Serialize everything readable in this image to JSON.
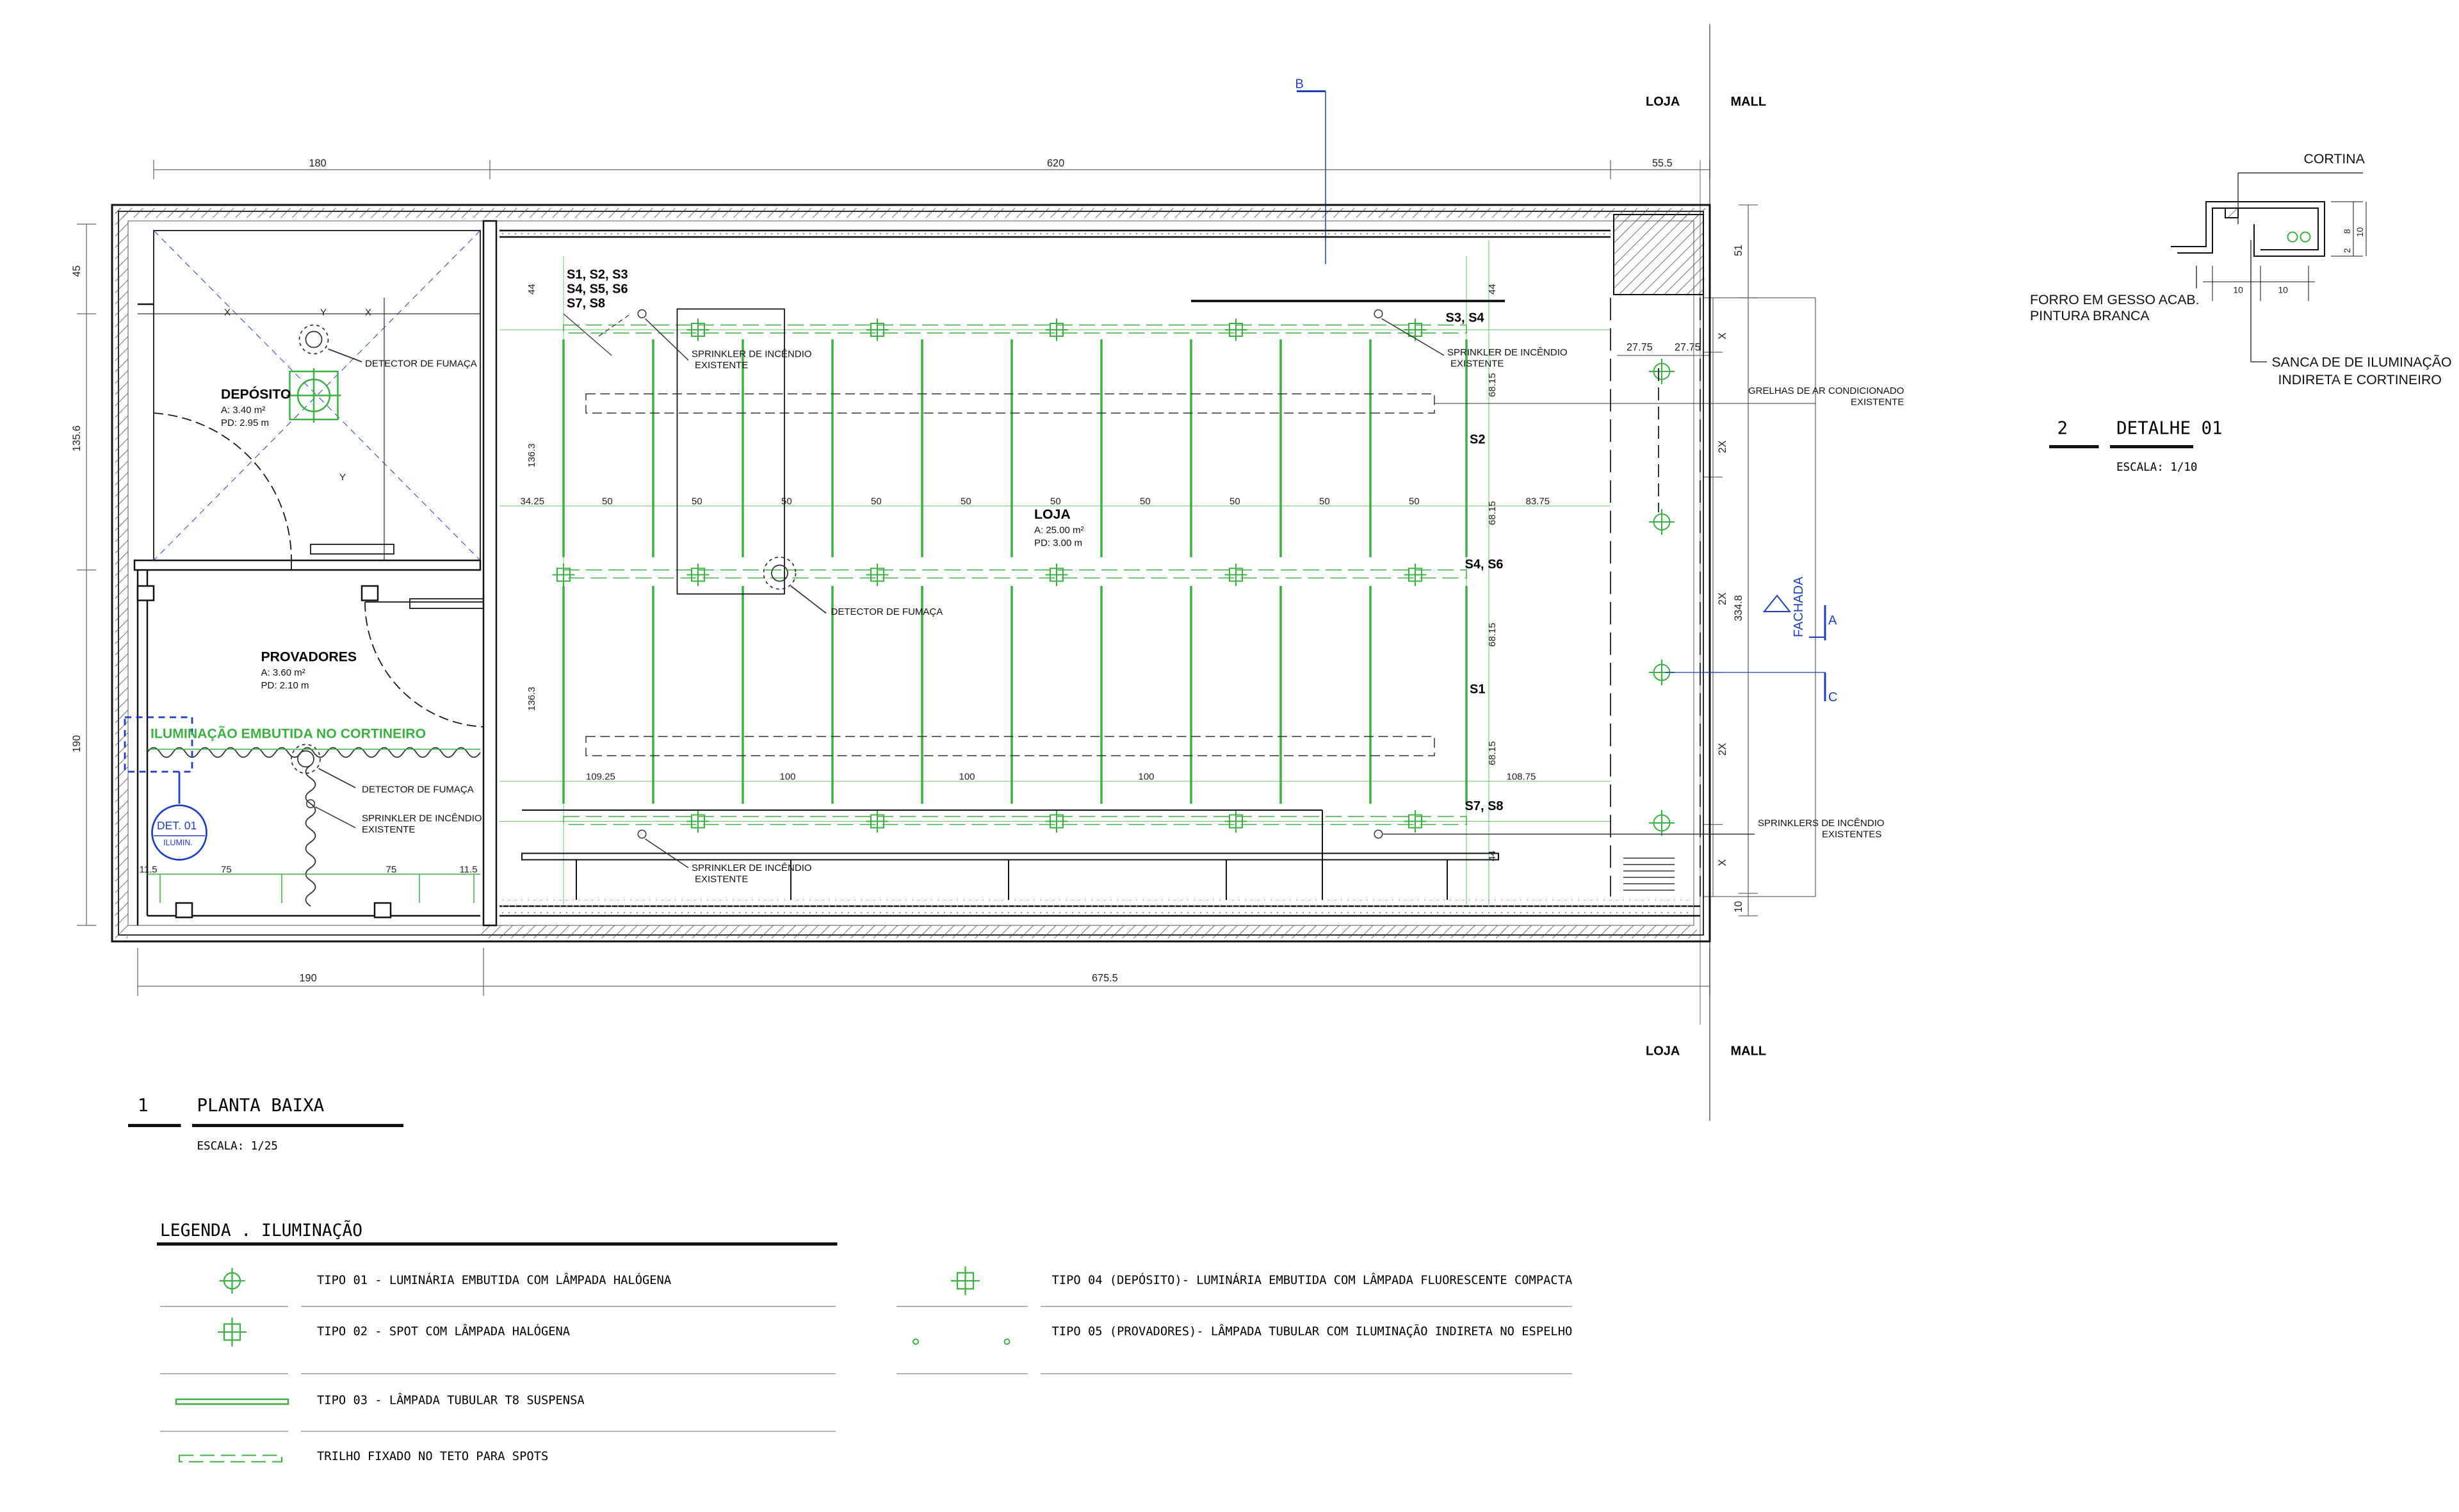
{
  "plan": {
    "number": "1",
    "title": "PLANTA BAIXA",
    "scale": "ESCALA: 1/25",
    "boundary_labels": {
      "loja": "LOJA",
      "mall": "MALL"
    },
    "section_markers": {
      "b": "B",
      "a": "A",
      "c": "C"
    },
    "rooms": [
      {
        "name": "DEPÓSITO",
        "area": "A: 3.40 m²",
        "height": "PD: 2.95 m"
      },
      {
        "name": "PROVADORES",
        "area": "A: 3.60 m²",
        "height": "PD: 2.10 m"
      },
      {
        "name": "LOJA",
        "area": "A: 25.00 m²",
        "height": "PD: 3.00 m"
      }
    ],
    "circuits": [
      "S1, S2, S3",
      "S4, S5, S6",
      "S7, S8",
      "S3, S4",
      "S2",
      "S4, S6",
      "S1",
      "S7, S8"
    ],
    "notes": {
      "smoke_detector": "DETECTOR DE FUMAÇA",
      "sprinkler_line1": "SPRINKLER DE INCÊNDIO",
      "sprinkler_line2": "EXISTENTE",
      "sprinklers_line1": "SPRINKLERS DE INCÊNDIO",
      "sprinklers_line2": "EXISTENTES",
      "grilles_line1": "GRELHAS DE AR CONDICIONADO",
      "grilles_line2": "EXISTENTE",
      "curtain_lighting": "ILUMINAÇÃO EMBUTIDA NO CORTINEIRO",
      "facade": "FACHADA",
      "det_ref_1": "DET. 01",
      "det_ref_2": "ILUMIN."
    },
    "dimensions": {
      "top": [
        "180",
        "620",
        "55.5"
      ],
      "bottom": [
        "190",
        "675.5"
      ],
      "left": [
        "45",
        "135.6",
        "190"
      ],
      "right_outer": [
        "51",
        "334.8",
        "10"
      ],
      "right_inner": [
        "X",
        "2X",
        "2X",
        "2X",
        "X"
      ],
      "right_gaps": [
        "27.75",
        "27.75"
      ],
      "loja_inner_left": [
        "44",
        "136.3",
        "136.3"
      ],
      "loja_inner_right": [
        "44",
        "68.15",
        "68.15",
        "68.15",
        "68.15",
        "44"
      ],
      "loja_row_upper": [
        "34.25",
        "50",
        "50",
        "50",
        "50",
        "50",
        "50",
        "50",
        "50",
        "50",
        "50",
        "83.75"
      ],
      "loja_row_lower": [
        "109.25",
        "100",
        "100",
        "100",
        "108.75"
      ],
      "provadores_row": [
        "11.5",
        "75",
        "75",
        "11.5"
      ],
      "deposito_axes": [
        "X",
        "X",
        "Y",
        "Y"
      ]
    }
  },
  "detail": {
    "number": "2",
    "title": "DETALHE 01",
    "scale": "ESCALA: 1/10",
    "labels": {
      "cortina": "CORTINA",
      "forro_1": "FORRO EM GESSO ACAB.",
      "forro_2": "PINTURA BRANCA",
      "sanca_1": "SANCA DE DE ILUMINAÇÃO",
      "sanca_2": "INDIRETA E CORTINEIRO"
    },
    "dims": [
      "10",
      "10",
      "8",
      "2",
      "10"
    ]
  },
  "legend": {
    "title": "LEGENDA . ILUMINAÇÃO",
    "items": [
      {
        "symbol": "circle-cross-icon",
        "text": "TIPO 01 - LUMINÁRIA EMBUTIDA COM LÂMPADA HALÓGENA"
      },
      {
        "symbol": "square-cross-icon",
        "text": "TIPO 02 - SPOT COM LÂMPADA HALÓGENA"
      },
      {
        "symbol": "tube-icon",
        "text": "TIPO 03 - LÂMPADA TUBULAR T8 SUSPENSA"
      },
      {
        "symbol": "track-icon",
        "text": "TRILHO FIXADO NO TETO PARA SPOTS"
      },
      {
        "symbol": "square-cross-icon",
        "text": "TIPO 04 (DEPÓSITO)- LUMINÁRIA EMBUTIDA COM LÂMPADA FLUORESCENTE COMPACTA"
      },
      {
        "symbol": "dots-icon",
        "text": "TIPO 05 (PROVADORES)- LÂMPADA TUBULAR COM ILUMINAÇÃO INDIRETA NO ESPELHO"
      }
    ]
  },
  "colors": {
    "lighting": "#3cb043",
    "annotation": "#1f3fbf",
    "walls": "#111111"
  }
}
